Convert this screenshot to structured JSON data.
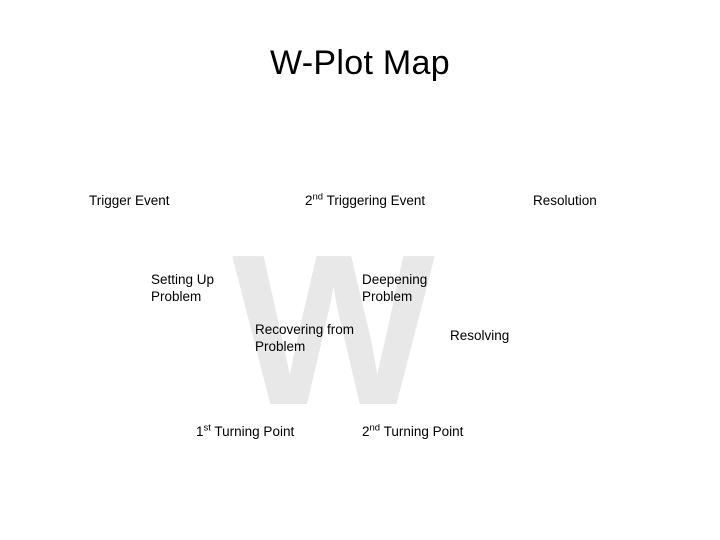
{
  "slide": {
    "title": "W-Plot Map",
    "watermark_letter": "W",
    "background_color": "#ffffff",
    "watermark_color": "#e8e8e8",
    "text_color": "#000000"
  },
  "labels": {
    "trigger_event": "Trigger Event",
    "second_triggering_event": {
      "number": "2",
      "ordinal_suffix": "nd",
      "rest": " Triggering Event"
    },
    "resolution": "Resolution",
    "setting_up_problem": "Setting Up\nProblem",
    "deepening_problem": "Deepening\nProblem",
    "recovering_from_problem": "Recovering from\nProblem",
    "resolving": "Resolving",
    "first_turning_point": {
      "number": "1",
      "ordinal_suffix": "st",
      "rest": " Turning Point"
    },
    "second_turning_point": {
      "number": "2",
      "ordinal_suffix": "nd",
      "rest": " Turning Point"
    }
  }
}
